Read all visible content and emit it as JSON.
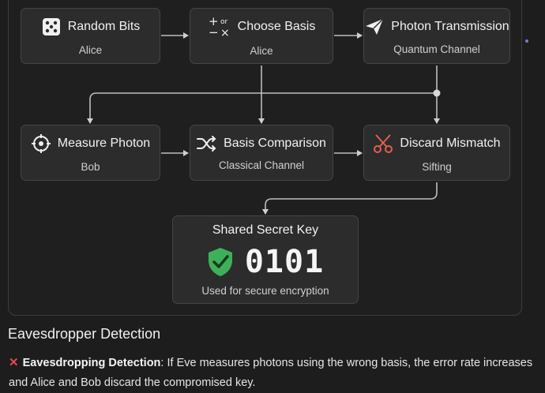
{
  "nodes": {
    "random_bits": {
      "title": "Random Bits",
      "sub": "Alice",
      "icon": "dice-icon"
    },
    "choose_basis": {
      "title": "Choose Basis",
      "sub": "Alice",
      "icon": "plus-or-minus-times-icon",
      "icon_text": [
        "+",
        "or",
        "−",
        "×"
      ]
    },
    "photon_transmission": {
      "title": "Photon Transmission",
      "sub": "Quantum Channel",
      "icon": "paper-plane-icon"
    },
    "measure_photon": {
      "title": "Measure Photon",
      "sub": "Bob",
      "icon": "crosshair-icon"
    },
    "basis_comparison": {
      "title": "Basis Comparison",
      "sub": "Classical Channel",
      "icon": "shuffle-icon"
    },
    "discard_mismatch": {
      "title": "Discard Mismatch",
      "sub": "Sifting",
      "icon": "scissors-icon"
    },
    "shared_key": {
      "title": "Shared Secret Key",
      "value": "0101",
      "sub": "Used for secure encryption",
      "icon": "shield-check-icon"
    }
  },
  "colors": {
    "accent_red": "#e0604f",
    "shield_green": "#3fb05a",
    "background": "#1d1d1d",
    "node_bg": "#2c2c2c"
  },
  "section": {
    "title": "Eavesdropper Detection"
  },
  "detection": {
    "icon": "cross-mark-icon",
    "mark": "✕",
    "label": "Eavesdropping Detection",
    "text": ": If Eve measures photons using the wrong basis, the error rate increases and Alice and Bob discard the compromised key."
  }
}
